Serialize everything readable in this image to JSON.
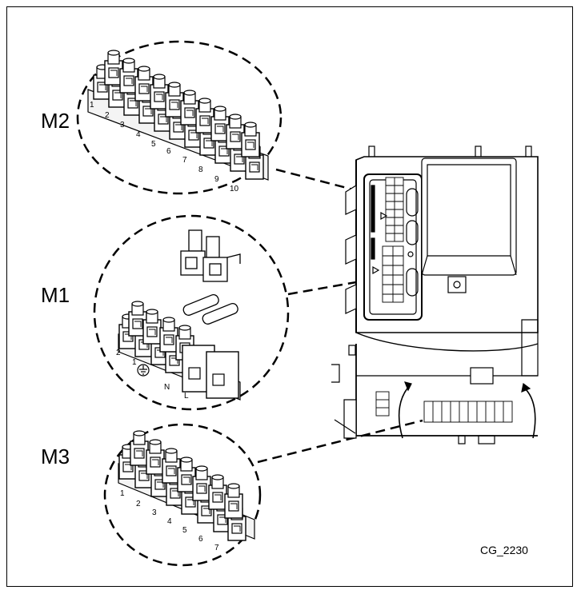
{
  "figure": {
    "reference": "CG_2230",
    "modules": {
      "m2": {
        "label": "M2",
        "terminals": [
          "1",
          "2",
          "3",
          "4",
          "5",
          "6",
          "7",
          "8",
          "9",
          "10"
        ]
      },
      "m1": {
        "label": "M1",
        "terminals": [
          "2",
          "1",
          "N",
          "L"
        ]
      },
      "m3": {
        "label": "M3",
        "terminals": [
          "1",
          "2",
          "3",
          "4",
          "5",
          "6",
          "7"
        ]
      }
    }
  }
}
